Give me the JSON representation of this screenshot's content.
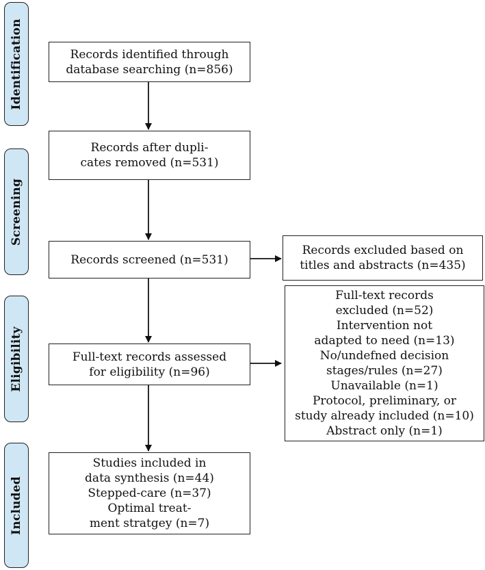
{
  "stages": {
    "identification": "Identification",
    "screening": "Screening",
    "eligibility": "Eligibility",
    "included": "Included"
  },
  "boxes": {
    "identified": [
      "Records identified through",
      "database searching (n=856)"
    ],
    "after_duplicates": [
      "Records after dupli-",
      "cates removed (n=531)"
    ],
    "screened": [
      "Records screened (n=531)"
    ],
    "excluded_titles": [
      "Records excluded based on",
      "titles and abstracts (n=435)"
    ],
    "fulltext_assessed": [
      "Full-text records assessed",
      "for eligibility (n=96)"
    ],
    "fulltext_excluded": [
      "Full-text records",
      "excluded (n=52)",
      "Intervention not",
      "adapted to need (n=13)",
      "No/undefned decision",
      "stages/rules (n=27)",
      "Unavailable (n=1)",
      "Protocol, preliminary, or",
      "study already included (n=10)",
      "Abstract only (n=1)"
    ],
    "included": [
      "Studies included in",
      "data synthesis (n=44)",
      "Stepped-care (n=37)",
      "Optimal treat-",
      "ment stratgey (n=7)"
    ]
  },
  "colors": {
    "stage_fill": "#cfe6f5",
    "border": "#1f1f1f"
  }
}
